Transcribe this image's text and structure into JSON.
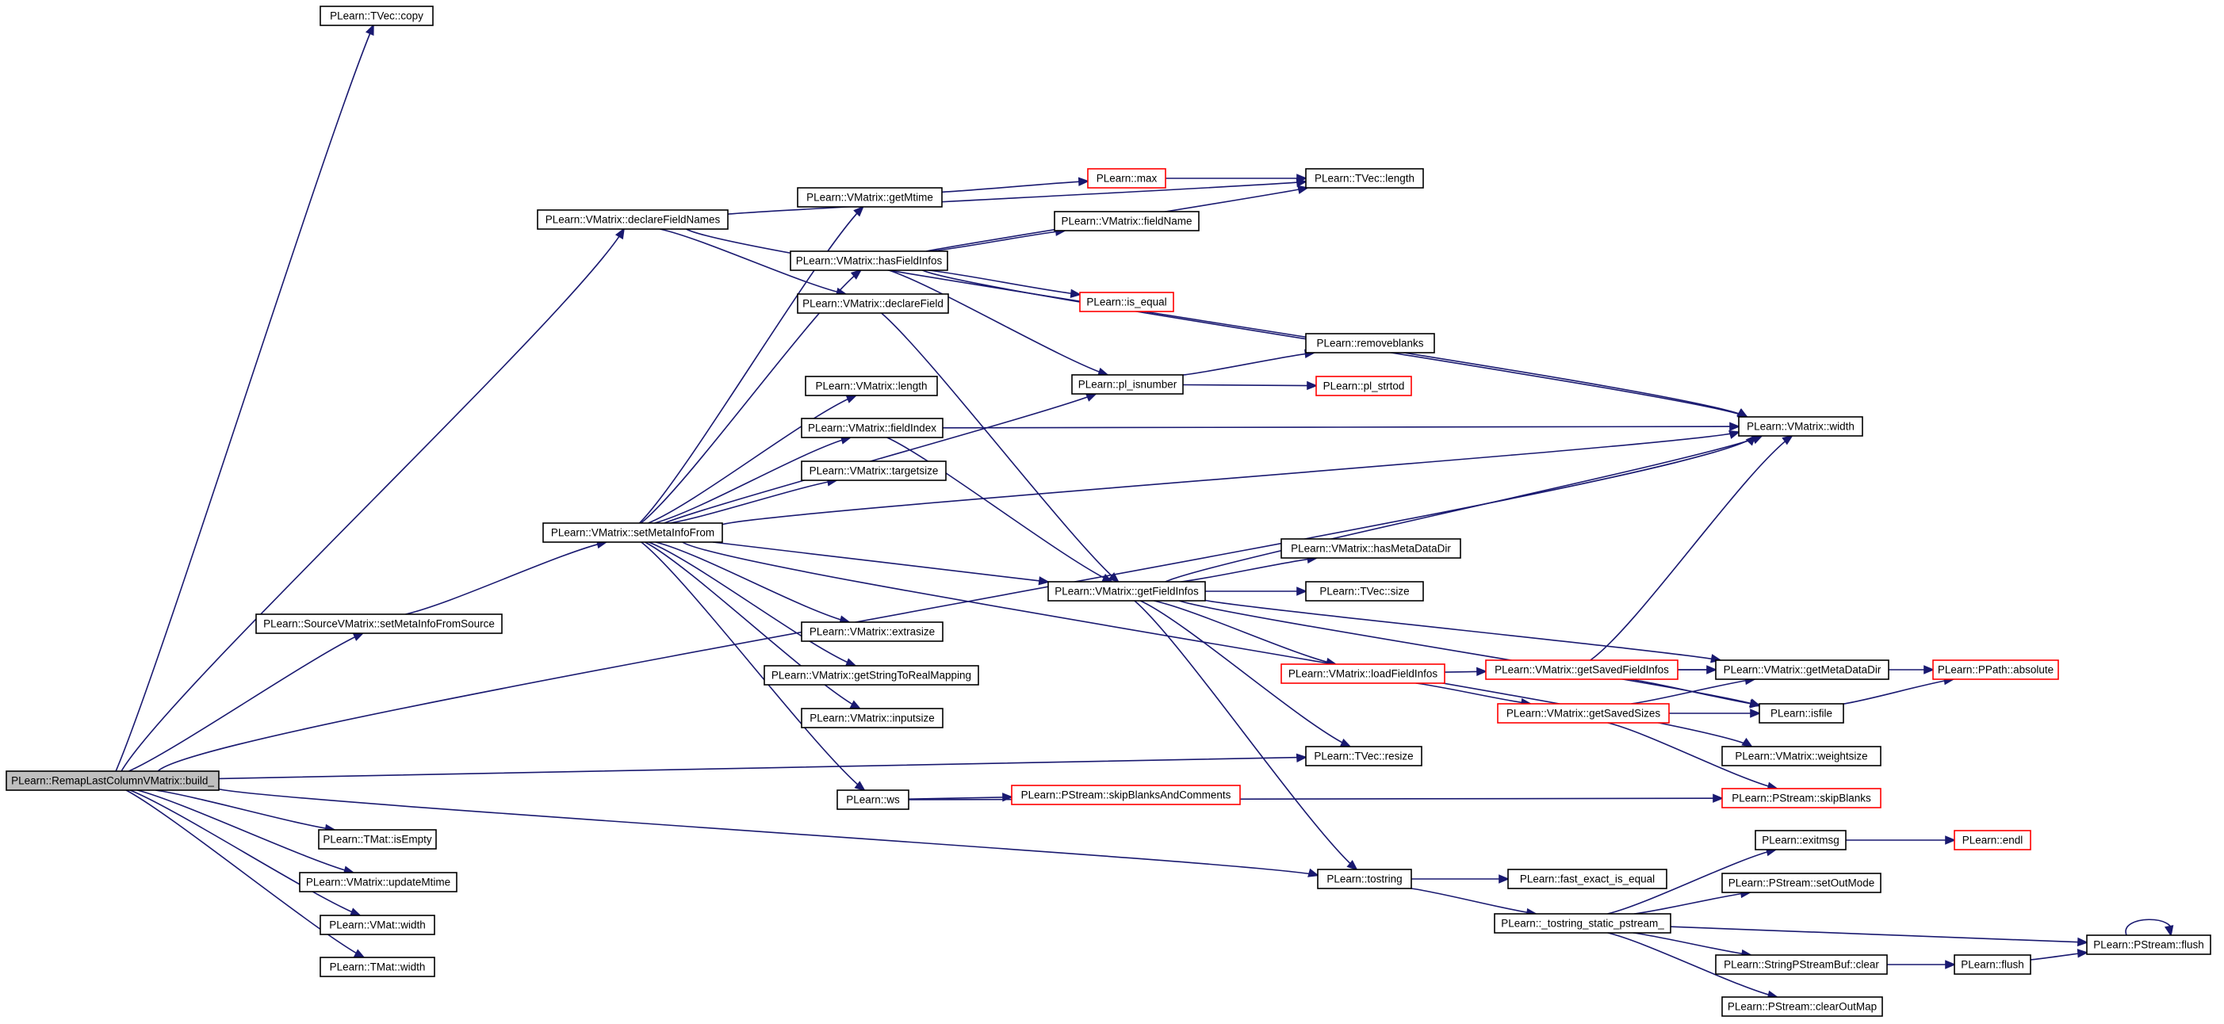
{
  "colors": {
    "edge": "#191970",
    "node_border": "#000000",
    "node_border_truncated": "#ff0000",
    "node_fill": "#ffffff",
    "node_fill_root": "#bfbfbf"
  },
  "nodes": [
    {
      "id": "root",
      "label": "PLearn::RemapLastColumnVMatrix::build_",
      "style": "root"
    },
    {
      "id": "tveccopy",
      "label": "PLearn::TVec::copy",
      "style": "normal"
    },
    {
      "id": "declareFieldNames",
      "label": "PLearn::VMatrix::declareFieldNames",
      "style": "normal"
    },
    {
      "id": "setMetaInfoFromSource",
      "label": "PLearn::SourceVMatrix::setMetaInfoFromSource",
      "style": "normal"
    },
    {
      "id": "setMetaInfoFrom",
      "label": "PLearn::VMatrix::setMetaInfoFrom",
      "style": "normal"
    },
    {
      "id": "getMtime",
      "label": "PLearn::VMatrix::getMtime",
      "style": "normal"
    },
    {
      "id": "max",
      "label": "PLearn::max",
      "style": "truncated"
    },
    {
      "id": "tveclength",
      "label": "PLearn::TVec::length",
      "style": "normal"
    },
    {
      "id": "fieldName",
      "label": "PLearn::VMatrix::fieldName",
      "style": "normal"
    },
    {
      "id": "hasFieldInfos",
      "label": "PLearn::VMatrix::hasFieldInfos",
      "style": "normal"
    },
    {
      "id": "declareField",
      "label": "PLearn::VMatrix::declareField",
      "style": "normal"
    },
    {
      "id": "is_equal",
      "label": "PLearn::is_equal",
      "style": "truncated"
    },
    {
      "id": "removeblanks",
      "label": "PLearn::removeblanks",
      "style": "normal"
    },
    {
      "id": "vmlength",
      "label": "PLearn::VMatrix::length",
      "style": "normal"
    },
    {
      "id": "pl_isnumber",
      "label": "PLearn::pl_isnumber",
      "style": "normal"
    },
    {
      "id": "pl_strtod",
      "label": "PLearn::pl_strtod",
      "style": "truncated"
    },
    {
      "id": "fieldIndex",
      "label": "PLearn::VMatrix::fieldIndex",
      "style": "normal"
    },
    {
      "id": "vmwidth",
      "label": "PLearn::VMatrix::width",
      "style": "normal"
    },
    {
      "id": "targetsize",
      "label": "PLearn::VMatrix::targetsize",
      "style": "normal"
    },
    {
      "id": "hasMetaDataDir",
      "label": "PLearn::VMatrix::hasMetaDataDir",
      "style": "normal"
    },
    {
      "id": "getFieldInfos",
      "label": "PLearn::VMatrix::getFieldInfos",
      "style": "normal"
    },
    {
      "id": "tvecsize",
      "label": "PLearn::TVec::size",
      "style": "normal"
    },
    {
      "id": "extrasize",
      "label": "PLearn::VMatrix::extrasize",
      "style": "normal"
    },
    {
      "id": "loadFieldInfos",
      "label": "PLearn::VMatrix::loadFieldInfos",
      "style": "truncated"
    },
    {
      "id": "getSavedFieldInfos",
      "label": "PLearn::VMatrix::getSavedFieldInfos",
      "style": "truncated"
    },
    {
      "id": "getMetaDataDir",
      "label": "PLearn::VMatrix::getMetaDataDir",
      "style": "normal"
    },
    {
      "id": "absolute",
      "label": "PLearn::PPath::absolute",
      "style": "truncated"
    },
    {
      "id": "getStringToRealMapping",
      "label": "PLearn::VMatrix::getStringToRealMapping",
      "style": "normal"
    },
    {
      "id": "getSavedSizes",
      "label": "PLearn::VMatrix::getSavedSizes",
      "style": "truncated"
    },
    {
      "id": "isfile",
      "label": "PLearn::isfile",
      "style": "normal"
    },
    {
      "id": "inputsize",
      "label": "PLearn::VMatrix::inputsize",
      "style": "normal"
    },
    {
      "id": "tvecresize",
      "label": "PLearn::TVec::resize",
      "style": "normal"
    },
    {
      "id": "weightsize",
      "label": "PLearn::VMatrix::weightsize",
      "style": "normal"
    },
    {
      "id": "ws",
      "label": "PLearn::ws",
      "style": "normal"
    },
    {
      "id": "skipBlanksAndComments",
      "label": "PLearn::PStream::skipBlanksAndComments",
      "style": "truncated"
    },
    {
      "id": "skipBlanks",
      "label": "PLearn::PStream::skipBlanks",
      "style": "truncated"
    },
    {
      "id": "isEmpty",
      "label": "PLearn::TMat::isEmpty",
      "style": "normal"
    },
    {
      "id": "exitmsg",
      "label": "PLearn::exitmsg",
      "style": "normal"
    },
    {
      "id": "endl",
      "label": "PLearn::endl",
      "style": "truncated"
    },
    {
      "id": "tostring",
      "label": "PLearn::tostring",
      "style": "normal"
    },
    {
      "id": "fast_exact_is_equal",
      "label": "PLearn::fast_exact_is_equal",
      "style": "normal"
    },
    {
      "id": "updateMtime",
      "label": "PLearn::VMatrix::updateMtime",
      "style": "normal"
    },
    {
      "id": "setOutMode",
      "label": "PLearn::PStream::setOutMode",
      "style": "normal"
    },
    {
      "id": "tostring_static",
      "label": "PLearn::_tostring_static_pstream_",
      "style": "normal"
    },
    {
      "id": "pstreamflush",
      "label": "PLearn::PStream::flush",
      "style": "normal"
    },
    {
      "id": "vmatwidth",
      "label": "PLearn::VMat::width",
      "style": "normal"
    },
    {
      "id": "spbclear",
      "label": "PLearn::StringPStreamBuf::clear",
      "style": "normal"
    },
    {
      "id": "flush",
      "label": "PLearn::flush",
      "style": "normal"
    },
    {
      "id": "tmatwidth",
      "label": "PLearn::TMat::width",
      "style": "normal"
    },
    {
      "id": "clearOutMap",
      "label": "PLearn::PStream::clearOutMap",
      "style": "normal"
    }
  ],
  "edges": [
    [
      "root",
      "tveccopy"
    ],
    [
      "root",
      "declareFieldNames"
    ],
    [
      "root",
      "setMetaInfoFromSource"
    ],
    [
      "root",
      "vmwidth"
    ],
    [
      "root",
      "tvecresize"
    ],
    [
      "root",
      "tostring"
    ],
    [
      "root",
      "isEmpty"
    ],
    [
      "root",
      "updateMtime"
    ],
    [
      "root",
      "vmatwidth"
    ],
    [
      "root",
      "tmatwidth"
    ],
    [
      "declareFieldNames",
      "tveclength"
    ],
    [
      "declareFieldNames",
      "vmwidth"
    ],
    [
      "declareFieldNames",
      "declareField"
    ],
    [
      "setMetaInfoFromSource",
      "setMetaInfoFrom"
    ],
    [
      "setMetaInfoFrom",
      "getMtime"
    ],
    [
      "setMetaInfoFrom",
      "hasFieldInfos"
    ],
    [
      "setMetaInfoFrom",
      "pl_isnumber"
    ],
    [
      "setMetaInfoFrom",
      "vmlength"
    ],
    [
      "setMetaInfoFrom",
      "fieldIndex"
    ],
    [
      "setMetaInfoFrom",
      "targetsize"
    ],
    [
      "setMetaInfoFrom",
      "vmwidth"
    ],
    [
      "setMetaInfoFrom",
      "getFieldInfos"
    ],
    [
      "setMetaInfoFrom",
      "extrasize"
    ],
    [
      "setMetaInfoFrom",
      "getStringToRealMapping"
    ],
    [
      "setMetaInfoFrom",
      "inputsize"
    ],
    [
      "setMetaInfoFrom",
      "ws"
    ],
    [
      "setMetaInfoFrom",
      "weightsize"
    ],
    [
      "getMtime",
      "max"
    ],
    [
      "max",
      "tveclength"
    ],
    [
      "hasFieldInfos",
      "fieldName"
    ],
    [
      "hasFieldInfos",
      "tveclength"
    ],
    [
      "hasFieldInfos",
      "is_equal"
    ],
    [
      "hasFieldInfos",
      "pl_isnumber"
    ],
    [
      "hasFieldInfos",
      "vmwidth"
    ],
    [
      "declareField",
      "getFieldInfos"
    ],
    [
      "pl_isnumber",
      "removeblanks"
    ],
    [
      "pl_isnumber",
      "pl_strtod"
    ],
    [
      "fieldIndex",
      "vmwidth"
    ],
    [
      "fieldIndex",
      "getFieldInfos"
    ],
    [
      "getFieldInfos",
      "vmwidth"
    ],
    [
      "getFieldInfos",
      "hasMetaDataDir"
    ],
    [
      "getFieldInfos",
      "tvecsize"
    ],
    [
      "getFieldInfos",
      "getMetaDataDir"
    ],
    [
      "getFieldInfos",
      "loadFieldInfos"
    ],
    [
      "getFieldInfos",
      "isfile"
    ],
    [
      "getFieldInfos",
      "tvecresize"
    ],
    [
      "getFieldInfos",
      "tostring"
    ],
    [
      "loadFieldInfos",
      "getSavedFieldInfos"
    ],
    [
      "loadFieldInfos",
      "getSavedSizes"
    ],
    [
      "getSavedFieldInfos",
      "vmwidth"
    ],
    [
      "getSavedFieldInfos",
      "getMetaDataDir"
    ],
    [
      "getSavedFieldInfos",
      "absolute"
    ],
    [
      "getSavedFieldInfos",
      "isfile"
    ],
    [
      "getSavedSizes",
      "getMetaDataDir"
    ],
    [
      "getSavedSizes",
      "isfile"
    ],
    [
      "getSavedSizes",
      "skipBlanks"
    ],
    [
      "isfile",
      "absolute"
    ],
    [
      "ws",
      "skipBlanksAndComments"
    ],
    [
      "ws",
      "skipBlanks"
    ],
    [
      "tostring",
      "fast_exact_is_equal"
    ],
    [
      "tostring",
      "tostring_static"
    ],
    [
      "tostring_static",
      "exitmsg"
    ],
    [
      "tostring_static",
      "setOutMode"
    ],
    [
      "tostring_static",
      "pstreamflush"
    ],
    [
      "tostring_static",
      "spbclear"
    ],
    [
      "tostring_static",
      "clearOutMap"
    ],
    [
      "exitmsg",
      "endl"
    ],
    [
      "spbclear",
      "flush"
    ],
    [
      "flush",
      "pstreamflush"
    ],
    [
      "pstreamflush",
      "pstreamflush"
    ]
  ]
}
